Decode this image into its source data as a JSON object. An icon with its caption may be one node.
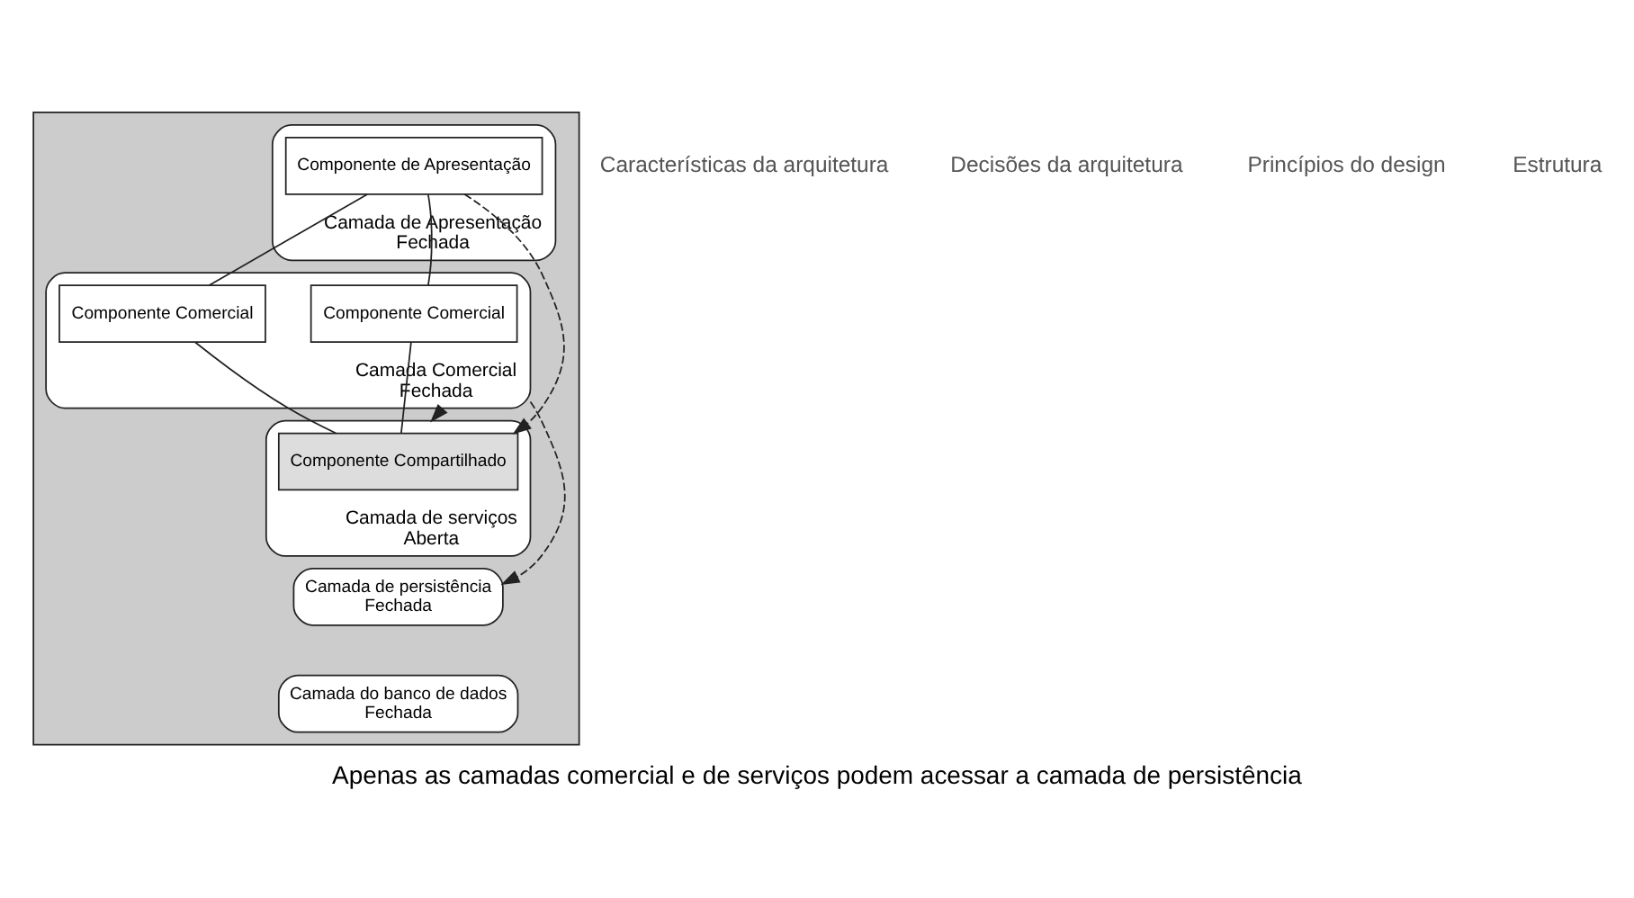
{
  "diagram": {
    "caption": "Apenas as camadas comercial e de serviços podem acessar a camada de persistência",
    "nodes": [
      {
        "text": [],
        "shape": "box"
      },
      {
        "text": [
          "Camada de Apresentação",
          "Fechada"
        ],
        "in": 0
      },
      {
        "text": [
          "Componente de Apresentação"
        ],
        "in": 1
      },
      {
        "text": [
          "Camada Comercial",
          "Fechada"
        ],
        "in": 0
      },
      {
        "text": [
          "Componente Comercial"
        ],
        "in": 3
      },
      {
        "text": [
          "Componente Comercial"
        ],
        "in": 3
      },
      {
        "text": [
          "Camada de serviços",
          "Aberta"
        ],
        "in": 0
      },
      {
        "text": [
          "Componente Compartilhado"
        ],
        "in": 6
      },
      {
        "text": [
          "Camada de persistência",
          "Fechada"
        ],
        "in": 0
      },
      {
        "text": [
          "Camada do banco de dados",
          "Fechada"
        ],
        "in": 0
      }
    ],
    "edges": [
      {
        "from": 2,
        "to": 4,
        "arrow": "none"
      },
      {
        "from": 2,
        "to": 5,
        "arrow": "none"
      },
      {
        "from": 4,
        "to": 7,
        "arrow": "none"
      },
      {
        "from": 5,
        "to": 7,
        "arrow": "none"
      },
      {
        "from": 2,
        "to": 7,
        "arrow": "to",
        "style": "dashed"
      },
      {
        "from": 3,
        "to": 6,
        "arrow": "to"
      },
      {
        "from": 3,
        "to": 8,
        "arrow": "to",
        "style": "dashed"
      }
    ],
    "labels": [
      "Características da arquitetura",
      "Decisões da arquitetura",
      "Princípios do design",
      "Estrutura"
    ]
  }
}
